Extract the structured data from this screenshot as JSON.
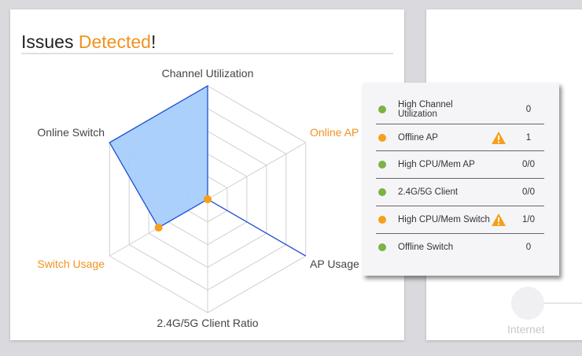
{
  "title": {
    "prefix": "Issues ",
    "highlight": "Detected",
    "suffix": "!"
  },
  "colors": {
    "accent": "#f0931f",
    "ok": "#7cb342",
    "warn": "#f5a01a",
    "series": "#1e4fd6",
    "fill": "#a6cdfb"
  },
  "chart_data": {
    "type": "radar",
    "axes": [
      "Channel Utilization",
      "Online AP",
      "AP Usage",
      "2.4G/5G Client Ratio",
      "Switch Usage",
      "Online Switch"
    ],
    "highlighted_axes": [
      "Online AP",
      "Switch Usage"
    ],
    "values": [
      1,
      0,
      1,
      0,
      0.5,
      1
    ],
    "range": [
      0,
      1
    ],
    "rings": 5
  },
  "right_card": {
    "label": "Internet"
  },
  "issues": [
    {
      "label": "High Channel Utilization",
      "status": "ok",
      "warning": false,
      "value": "0"
    },
    {
      "label": "Offline AP",
      "status": "warn",
      "warning": true,
      "value": "1"
    },
    {
      "label": "High CPU/Mem AP",
      "status": "ok",
      "warning": false,
      "value": "0/0"
    },
    {
      "label": "2.4G/5G Client",
      "status": "ok",
      "warning": false,
      "value": "0/0"
    },
    {
      "label": "High CPU/Mem Switch",
      "status": "warn",
      "warning": true,
      "value": "1/0"
    },
    {
      "label": "Offline Switch",
      "status": "ok",
      "warning": false,
      "value": "0"
    }
  ]
}
